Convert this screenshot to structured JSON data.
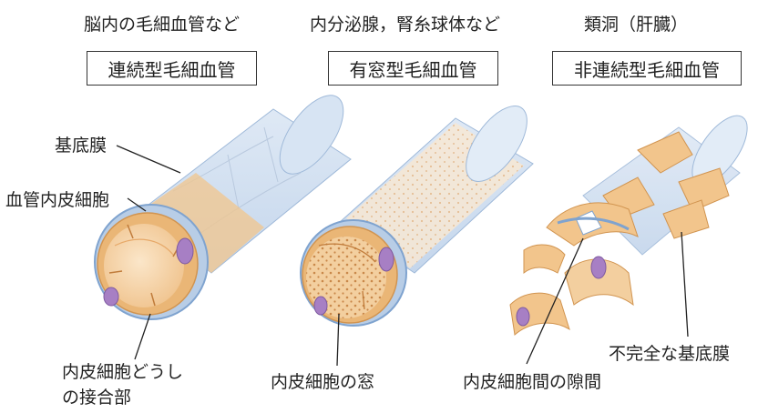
{
  "columns": [
    {
      "subtitle": "脳内の毛細血管など",
      "title": "連続型毛細血管"
    },
    {
      "subtitle": "内分泌腺，腎糸球体など",
      "title": "有窓型毛細血管"
    },
    {
      "subtitle": "類洞（肝臓）",
      "title": "非連続型毛細血管"
    }
  ],
  "labels": {
    "basement_membrane": "基底膜",
    "endothelial_cell": "血管内皮細胞",
    "junction_line1": "内皮細胞どうし",
    "junction_line2": "の接合部",
    "fenestra": "内皮細胞の窓",
    "intercellular_gap": "内皮細胞間の隙間",
    "incomplete_basement": "不完全な基底膜"
  },
  "colors": {
    "membrane": "#c9d9ec",
    "membrane_edge": "#7fa3cf",
    "endothelium": "#f2c58c",
    "endothelium_dark": "#e0a05a",
    "lumen": "#f8dcb6",
    "nucleus": "#a77fc4"
  }
}
